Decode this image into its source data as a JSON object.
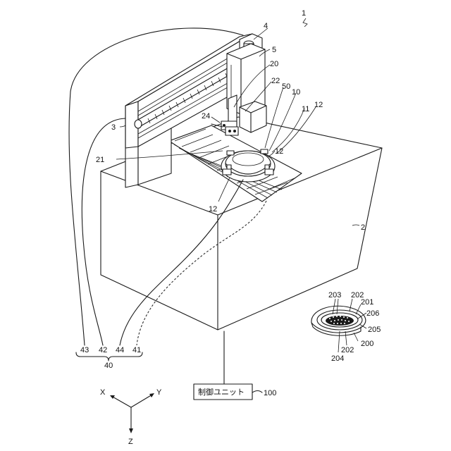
{
  "refs": {
    "r1": "1",
    "r2": "2",
    "r3": "3",
    "r4": "4",
    "r5": "5",
    "r10": "10",
    "r11": "11",
    "r12a": "12",
    "r12b": "12",
    "r12c": "12",
    "r20": "20",
    "r21": "21",
    "r22": "22",
    "r24": "24",
    "r50": "50",
    "r40": "40",
    "r41": "41",
    "r42": "42",
    "r43": "43",
    "r44": "44",
    "r100": "100",
    "r200": "200",
    "r201": "201",
    "r202a": "202",
    "r202b": "202",
    "r203": "203",
    "r204": "204",
    "r205": "205",
    "r206": "206"
  },
  "control_unit_label": "制御ユニット",
  "axes": {
    "x": "X",
    "y": "Y",
    "z": "Z"
  }
}
